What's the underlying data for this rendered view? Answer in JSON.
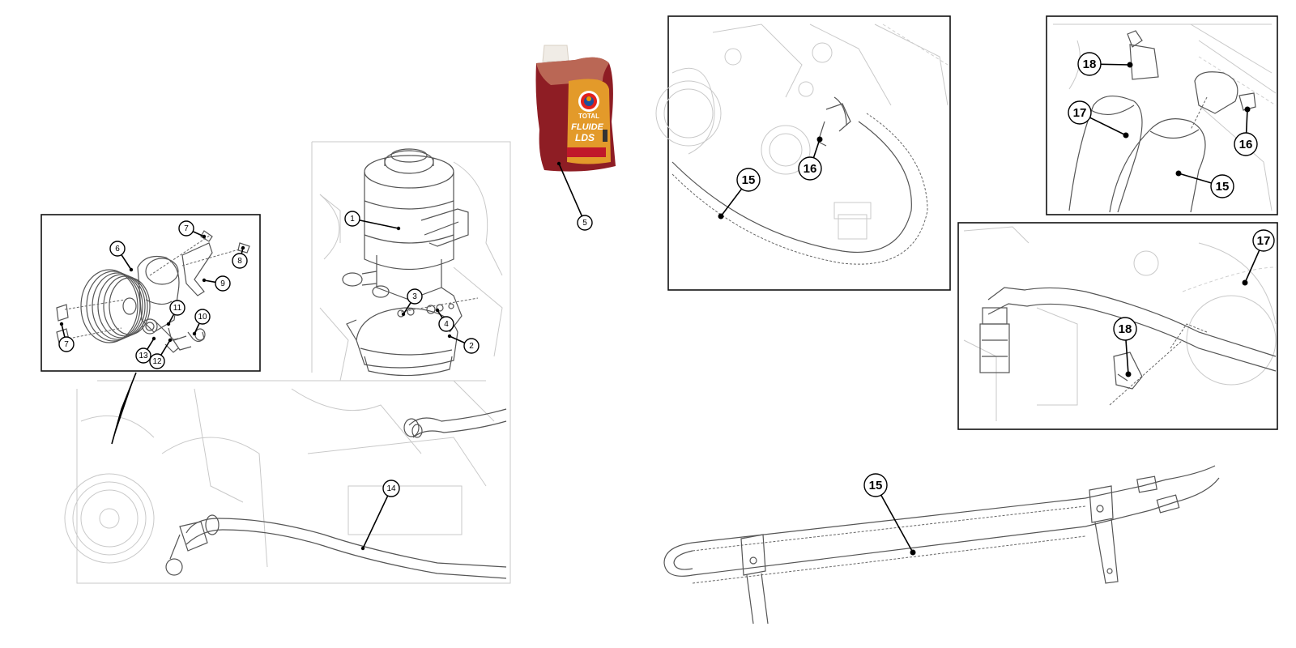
{
  "callouts": [
    {
      "id": "c1",
      "label": "1"
    },
    {
      "id": "c2",
      "label": "2"
    },
    {
      "id": "c3",
      "label": "3"
    },
    {
      "id": "c4",
      "label": "4"
    },
    {
      "id": "c5",
      "label": "5"
    },
    {
      "id": "c6",
      "label": "6"
    },
    {
      "id": "c7a",
      "label": "7"
    },
    {
      "id": "c7b",
      "label": "7"
    },
    {
      "id": "c8",
      "label": "8"
    },
    {
      "id": "c9",
      "label": "9"
    },
    {
      "id": "c10",
      "label": "10"
    },
    {
      "id": "c11",
      "label": "11"
    },
    {
      "id": "c12",
      "label": "12"
    },
    {
      "id": "c13",
      "label": "13"
    },
    {
      "id": "c14",
      "label": "14"
    },
    {
      "id": "c15a",
      "label": "15"
    },
    {
      "id": "c16a",
      "label": "16"
    },
    {
      "id": "c18a",
      "label": "18"
    },
    {
      "id": "c17a",
      "label": "17"
    },
    {
      "id": "c16b",
      "label": "16"
    },
    {
      "id": "c15b",
      "label": "15"
    },
    {
      "id": "c17b",
      "label": "17"
    },
    {
      "id": "c18b",
      "label": "18"
    },
    {
      "id": "c15c",
      "label": "15"
    }
  ],
  "bottle": {
    "brand": "TOTAL",
    "product_line1": "FLUIDE",
    "product_line2": "LDS"
  },
  "colors": {
    "bottle_fluid": "#8e1d24",
    "bottle_label": "#e39a2a",
    "cap": "#f0ece6",
    "logo_red": "#e2211c",
    "logo_blue": "#1d4f9c",
    "logo_orange": "#f39200"
  }
}
